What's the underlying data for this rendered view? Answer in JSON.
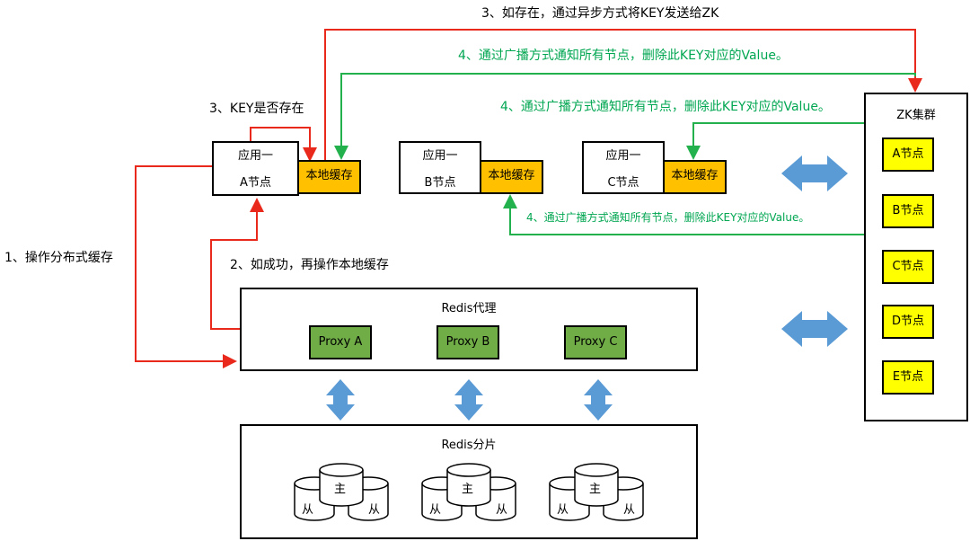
{
  "annotations": {
    "step1": "1、操作分布式缓存",
    "step2": "2、如成功，再操作本地缓存",
    "step3_key": "3、KEY是否存在",
    "step3_zk": "3、如存在，通过异步方式将KEY发送给ZK",
    "step4_top": "4、通过广播方式通知所有节点，删除此KEY对应的Value。",
    "step4_mid": "4、通过广播方式通知所有节点，删除此KEY对应的Value。",
    "step4_bottom": "4、通过广播方式通知所有节点，删除此KEY对应的Value。"
  },
  "apps": [
    {
      "line1": "应用一",
      "line2": "A节点",
      "cache": "本地缓存"
    },
    {
      "line1": "应用一",
      "line2": "B节点",
      "cache": "本地缓存"
    },
    {
      "line1": "应用一",
      "line2": "C节点",
      "cache": "本地缓存"
    }
  ],
  "redis_proxy": {
    "title": "Redis代理",
    "proxies": [
      "Proxy A",
      "Proxy B",
      "Proxy C"
    ]
  },
  "redis_shards": {
    "title": "Redis分片",
    "master_label": "主",
    "slave_label": "从"
  },
  "zk": {
    "title": "ZK集群",
    "nodes": [
      "A节点",
      "B节点",
      "C节点",
      "D节点",
      "E节点"
    ]
  },
  "colors": {
    "red": "#e8291c",
    "green": "#22b14c",
    "cache": "#ffc000",
    "proxy": "#70ad47",
    "zknode": "#ffff00",
    "arrow_blue": "#5b9bd5"
  }
}
